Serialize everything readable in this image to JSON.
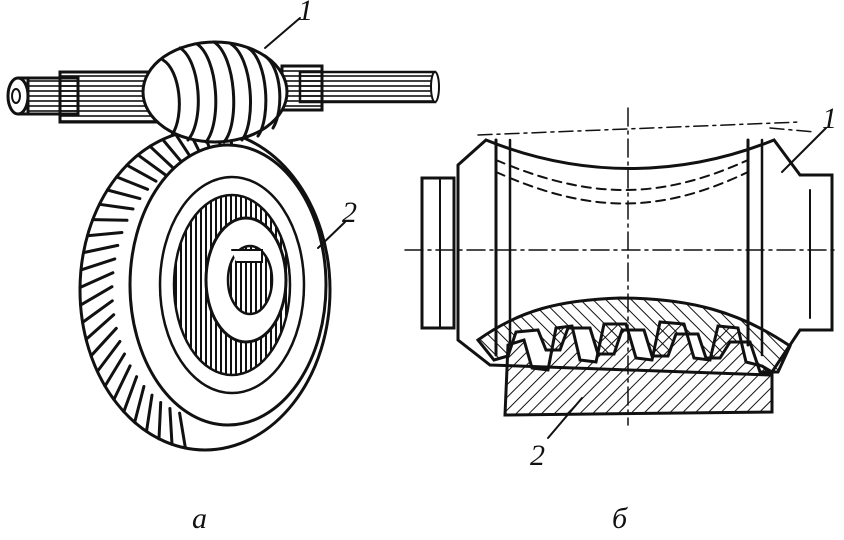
{
  "figure": {
    "panel_a": {
      "caption": "а",
      "labels": {
        "worm": "1",
        "wheel": "2"
      }
    },
    "panel_b": {
      "caption": "б",
      "labels": {
        "worm": "1",
        "wheel": "2"
      }
    }
  },
  "colors": {
    "ink": "#111111",
    "paper": "#ffffff"
  }
}
